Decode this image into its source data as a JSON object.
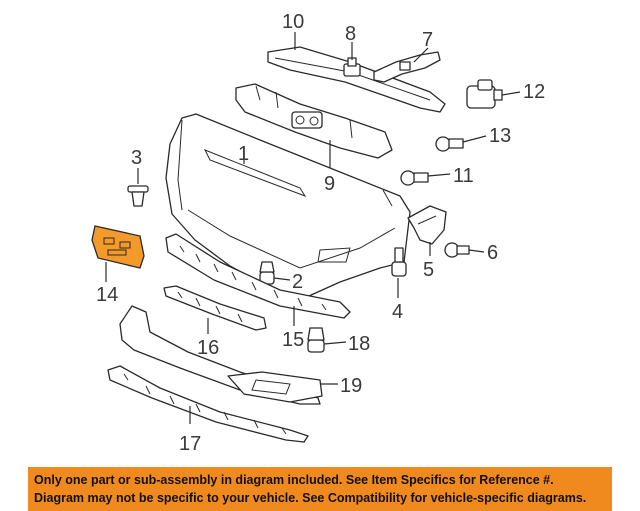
{
  "callouts": {
    "c1": "1",
    "c2": "2",
    "c3": "3",
    "c4": "4",
    "c5": "5",
    "c6": "6",
    "c7": "7",
    "c8": "8",
    "c9": "9",
    "c10": "10",
    "c11": "11",
    "c12": "12",
    "c13": "13",
    "c14": "14",
    "c15": "15",
    "c16": "16",
    "c17": "17",
    "c18": "18",
    "c19": "19"
  },
  "disclaimer": {
    "line1": "Only one part or sub-assembly in diagram included. See Item Specifics for Reference #.",
    "line2": "Diagram may not be specific to your vehicle. See Compatibility for vehicle-specific diagrams."
  },
  "colors": {
    "highlight_part": "#f39a2a",
    "banner": "#f08a1e",
    "line": "#2a2a2a"
  }
}
